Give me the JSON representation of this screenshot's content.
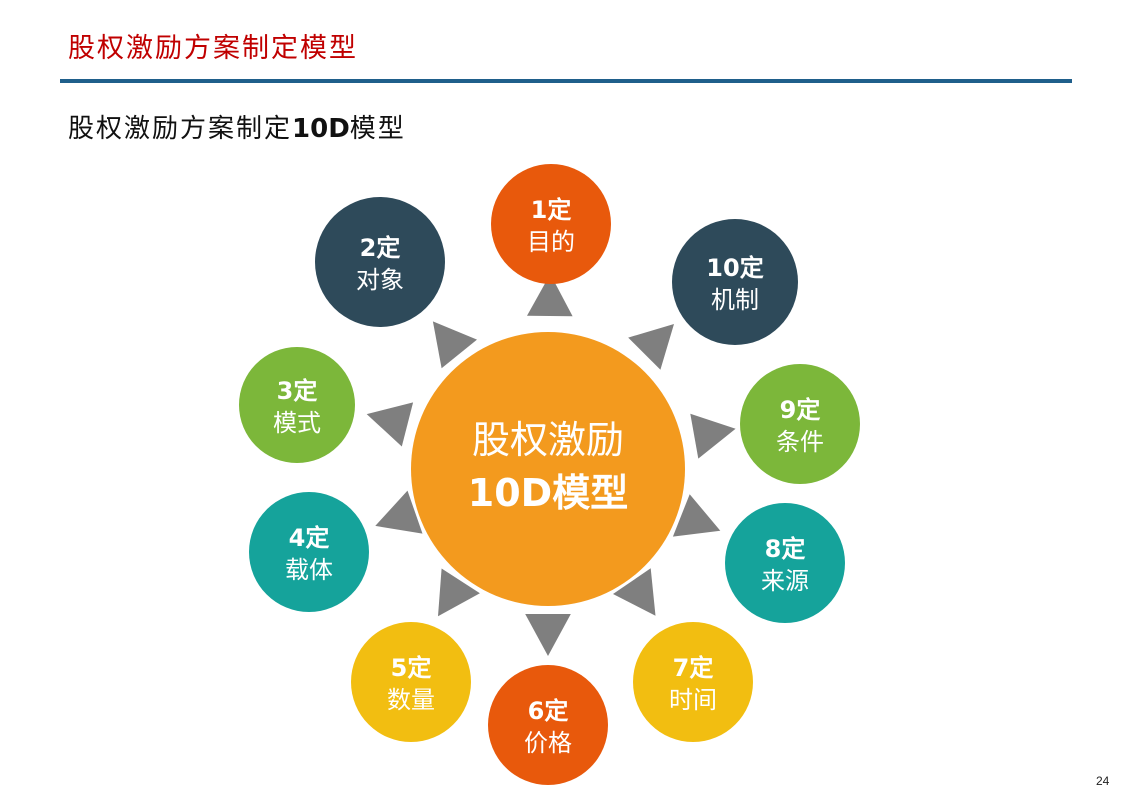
{
  "slide_title": "股权激励方案制定模型",
  "subtitle": {
    "prefix": "股权激励方案制定",
    "bold": "10D",
    "suffix": "模型"
  },
  "page_number": "24",
  "center": {
    "line1": "股权激励",
    "line2": "10D模型",
    "color": "#f39a1e"
  },
  "nodes": [
    {
      "num": "1定",
      "label": "目的",
      "color": "#e8590c"
    },
    {
      "num": "2定",
      "label": "对象",
      "color": "#2e4a5a"
    },
    {
      "num": "3定",
      "label": "模式",
      "color": "#7cb73a"
    },
    {
      "num": "4定",
      "label": "载体",
      "color": "#15a39b"
    },
    {
      "num": "5定",
      "label": "数量",
      "color": "#f2be11"
    },
    {
      "num": "6定",
      "label": "价格",
      "color": "#e8590c"
    },
    {
      "num": "7定",
      "label": "时间",
      "color": "#f2be11"
    },
    {
      "num": "8定",
      "label": "来源",
      "color": "#15a39b"
    },
    {
      "num": "9定",
      "label": "条件",
      "color": "#7cb73a"
    },
    {
      "num": "10定",
      "label": "机制",
      "color": "#2e4a5a"
    }
  ],
  "arrow_color": "#7f7f7f",
  "icons": {
    "arrow": "triangle-arrow-icon"
  }
}
